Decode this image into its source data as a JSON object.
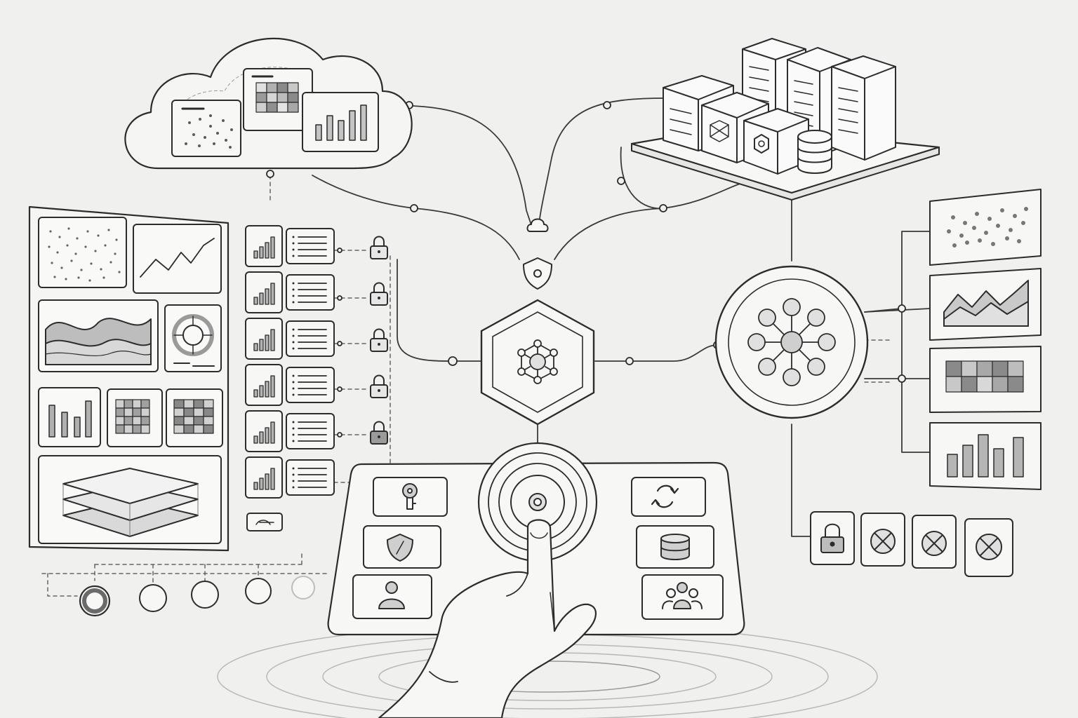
{
  "diagram": {
    "palette": {
      "background": "#f0f0ef",
      "ink": "#2c2c2c",
      "light_ink": "#8d8d8d",
      "fill_light": "#d9d9d9",
      "fill_mid": "#b5b5b5",
      "fill_dark": "#7a7a7a"
    },
    "cloud": {
      "panels": [
        "scatter-plot-panel",
        "heatmap-grid-panel",
        "bar-chart-panel"
      ]
    },
    "server_platform": {
      "items": [
        "server-rack",
        "hexagon-module",
        "octagon-module",
        "database-cylinder"
      ]
    },
    "central_hub": {
      "icon": "network-graph-icon",
      "badge": "shield-icon"
    },
    "left_dashboard": {
      "panels": [
        "scatter-plot-panel",
        "line-chart-panel",
        "area-chart-panel",
        "donut-chart-panel",
        "bar-chart-panel",
        "grid-panel",
        "grid-panel",
        "layers-panel"
      ]
    },
    "secured_rows": {
      "count": 6,
      "icons": [
        "bar-chart-icon",
        "list-icon",
        "lock-icon"
      ]
    },
    "right_hub": {
      "icon": "radial-network-icon"
    },
    "right_panels": [
      "scatter-plot-panel",
      "area-chart-panel",
      "heatmap-panel",
      "bar-chart-panel"
    ],
    "status_tiles": [
      "lock-icon",
      "x-circle-icon",
      "x-circle-icon",
      "x-circle-icon"
    ],
    "control_panel": {
      "left_buttons": [
        "key-icon",
        "shield-icon",
        "user-icon"
      ],
      "right_buttons": [
        "sync-icon",
        "database-icon",
        "users-icon"
      ],
      "center": "target-button"
    },
    "timeline": {
      "nodes": 5,
      "first_active": true
    },
    "hand": "pointing-hand"
  }
}
